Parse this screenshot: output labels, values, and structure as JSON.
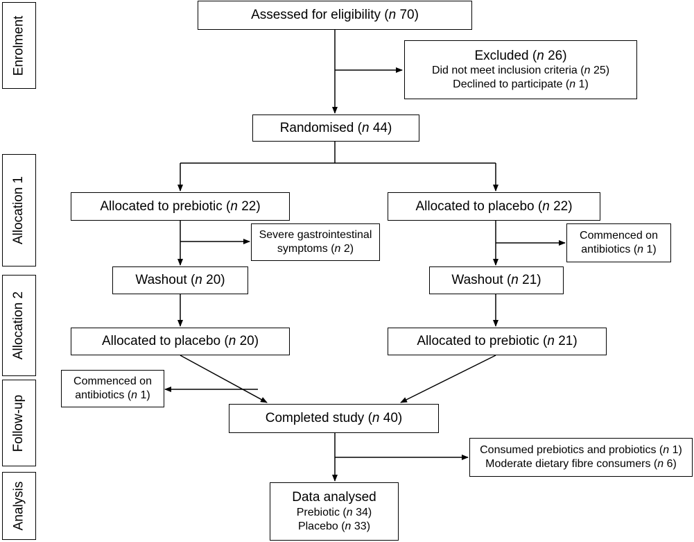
{
  "stages": {
    "enrolment": "Enrolment",
    "allocation1": "Allocation 1",
    "allocation2": "Allocation 2",
    "followup": "Follow-up",
    "analysis": "Analysis"
  },
  "n_symbol": "n",
  "assessed": {
    "label": "Assessed for eligibility (",
    "count": "70)"
  },
  "excluded": {
    "label": "Excluded (",
    "count": "26)",
    "reason1": "Did not meet inclusion criteria (",
    "reason1_count": "25)",
    "reason2": "Declined to participate (",
    "reason2_count": "1)"
  },
  "randomised": {
    "label": "Randomised (",
    "count": "44)"
  },
  "alloc_prebiotic_1": {
    "label": "Allocated to prebiotic (",
    "count": "22)"
  },
  "alloc_placebo_1": {
    "label": "Allocated to placebo (",
    "count": "22)"
  },
  "gi_symptoms": {
    "line1": "Severe gastrointestinal",
    "line2": "symptoms (",
    "count": "2)"
  },
  "antibiotics_right": {
    "line1": "Commenced on",
    "line2": "antibiotics (",
    "count": "1)"
  },
  "washout_left": {
    "label": "Washout (",
    "count": "20)"
  },
  "washout_right": {
    "label": "Washout (",
    "count": "21)"
  },
  "alloc_placebo_2": {
    "label": "Allocated to placebo (",
    "count": "20)"
  },
  "alloc_prebiotic_2": {
    "label": "Allocated to prebiotic (",
    "count": "21)"
  },
  "antibiotics_left": {
    "line1": "Commenced on",
    "line2": "antibiotics (",
    "count": "1)"
  },
  "completed": {
    "label": "Completed study (",
    "count": "40)"
  },
  "post_exclusions": {
    "line1": "Consumed prebiotics and probiotics (",
    "line1_count": "1)",
    "line2": "Moderate dietary fibre consumers (",
    "line2_count": "6)"
  },
  "analysed": {
    "title": "Data analysed",
    "prebiotic": "Prebiotic (",
    "prebiotic_count": "34)",
    "placebo": "Placebo (",
    "placebo_count": "33)"
  }
}
